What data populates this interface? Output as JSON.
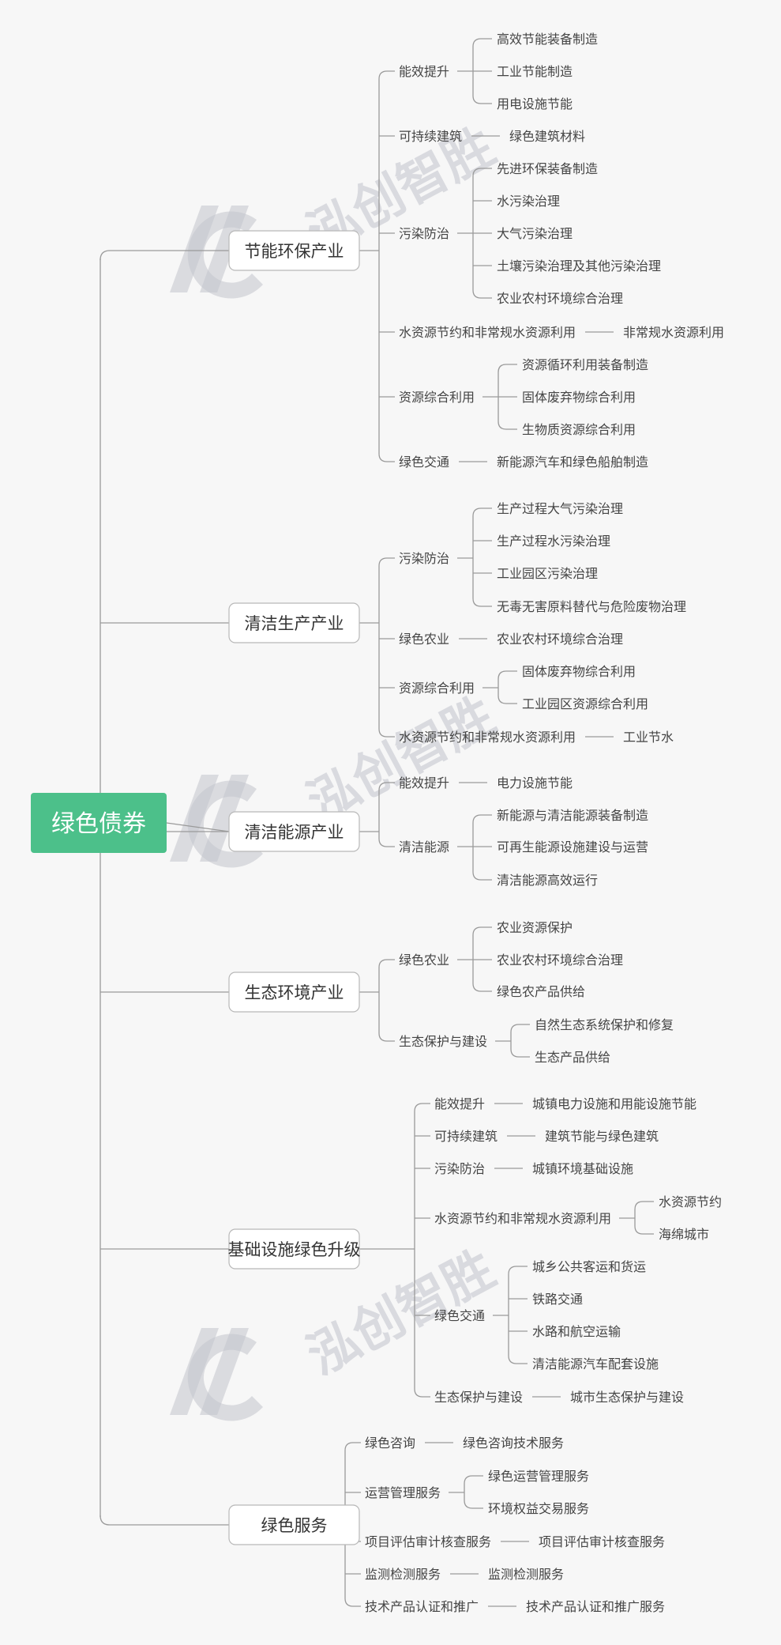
{
  "root": "绿色债券",
  "watermark": "泓创智胜",
  "categories": [
    {
      "label": "节能环保产业",
      "children": [
        {
          "label": "能效提升",
          "children": [
            "高效节能装备制造",
            "工业节能制造",
            "用电设施节能"
          ]
        },
        {
          "label": "可持续建筑",
          "children": [
            "绿色建筑材料"
          ]
        },
        {
          "label": "污染防治",
          "children": [
            "先进环保装备制造",
            "水污染治理",
            "大气污染治理",
            "土壤污染治理及其他污染治理",
            "农业农村环境综合治理"
          ]
        },
        {
          "label": "水资源节约和非常规水资源利用",
          "children": [
            "非常规水资源利用"
          ]
        },
        {
          "label": "资源综合利用",
          "children": [
            "资源循环利用装备制造",
            "固体废弃物综合利用",
            "生物质资源综合利用"
          ]
        },
        {
          "label": "绿色交通",
          "children": [
            "新能源汽车和绿色船舶制造"
          ]
        }
      ]
    },
    {
      "label": "清洁生产产业",
      "children": [
        {
          "label": "污染防治",
          "children": [
            "生产过程大气污染治理",
            "生产过程水污染治理",
            "工业园区污染治理",
            "无毒无害原料替代与危险废物治理"
          ]
        },
        {
          "label": "绿色农业",
          "children": [
            "农业农村环境综合治理"
          ]
        },
        {
          "label": "资源综合利用",
          "children": [
            "固体废弃物综合利用",
            "工业园区资源综合利用"
          ]
        },
        {
          "label": "水资源节约和非常规水资源利用",
          "children": [
            "工业节水"
          ]
        }
      ]
    },
    {
      "label": "清洁能源产业",
      "children": [
        {
          "label": "能效提升",
          "children": [
            "电力设施节能"
          ]
        },
        {
          "label": "清洁能源",
          "children": [
            "新能源与清洁能源装备制造",
            "可再生能源设施建设与运营",
            "清洁能源高效运行"
          ]
        }
      ]
    },
    {
      "label": "生态环境产业",
      "children": [
        {
          "label": "绿色农业",
          "children": [
            "农业资源保护",
            "农业农村环境综合治理",
            "绿色农产品供给"
          ]
        },
        {
          "label": "生态保护与建设",
          "children": [
            "自然生态系统保护和修复",
            "生态产品供给"
          ]
        }
      ]
    },
    {
      "label": "基础设施绿色升级",
      "children": [
        {
          "label": "能效提升",
          "children": [
            "城镇电力设施和用能设施节能"
          ]
        },
        {
          "label": "可持续建筑",
          "children": [
            "建筑节能与绿色建筑"
          ]
        },
        {
          "label": "污染防治",
          "children": [
            "城镇环境基础设施"
          ]
        },
        {
          "label": "水资源节约和非常规水资源利用",
          "children": [
            "水资源节约",
            "海绵城市"
          ]
        },
        {
          "label": "绿色交通",
          "children": [
            "城乡公共客运和货运",
            "铁路交通",
            "水路和航空运输",
            "清洁能源汽车配套设施"
          ]
        },
        {
          "label": "生态保护与建设",
          "children": [
            "城市生态保护与建设"
          ]
        }
      ]
    },
    {
      "label": "绿色服务",
      "children": [
        {
          "label": "绿色咨询",
          "children": [
            "绿色咨询技术服务"
          ]
        },
        {
          "label": "运营管理服务",
          "children": [
            "绿色运营管理服务",
            "环境权益交易服务"
          ]
        },
        {
          "label": "项目评估审计核查服务",
          "children": [
            "项目评估审计核查服务"
          ]
        },
        {
          "label": "监测检测服务",
          "children": [
            "监测检测服务"
          ]
        },
        {
          "label": "技术产品认证和推广",
          "children": [
            "技术产品认证和推广服务"
          ]
        }
      ]
    }
  ]
}
